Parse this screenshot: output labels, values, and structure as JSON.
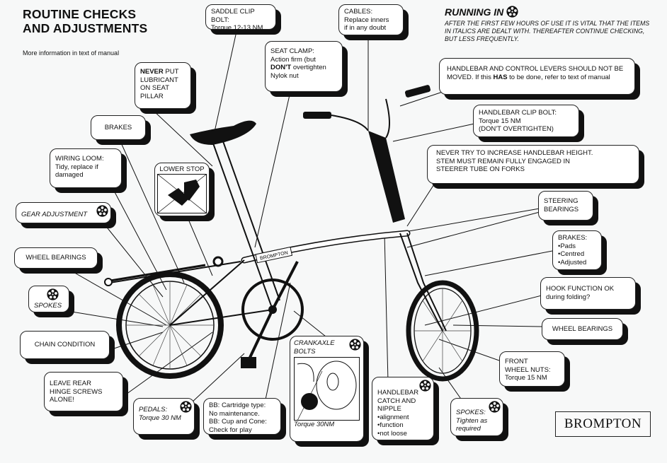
{
  "header": {
    "title_line1": "ROUTINE CHECKS",
    "title_line2": "AND ADJUSTMENTS",
    "subtitle": "More information in text of manual"
  },
  "running_in": {
    "heading": "RUNNING IN",
    "icon": "running-in-star-icon",
    "text": "AFTER THE FIRST FEW HOURS OF USE IT IS VITAL THAT THE ITEMS IN ITALICS ARE DEALT WITH. THEREAFTER CONTINUE CHECKING, BUT LESS FREQUENTLY."
  },
  "callouts": {
    "saddle_clip": {
      "title": "SADDLE CLIP BOLT:",
      "detail": "Torque 12-13 NM"
    },
    "cables": {
      "title": "CABLES:",
      "detail1": "Replace inners",
      "detail2": "if in any doubt"
    },
    "seat_clamp": {
      "title": "SEAT CLAMP:",
      "detail1": "Action firm (but",
      "bold": "DON'T",
      "detail2": "overtighten",
      "detail3": "Nylok nut"
    },
    "never_lubricant": {
      "bold": "NEVER",
      "l1": "PUT",
      "l2": "LUBRICANT",
      "l3": "ON SEAT",
      "l4": "PILLAR"
    },
    "brakes_rear": {
      "title": "BRAKES"
    },
    "wiring_loom": {
      "title": "WIRING LOOM:",
      "detail1": "Tidy, replace if",
      "detail2": "damaged"
    },
    "lower_stop": {
      "title": "LOWER STOP"
    },
    "gear_adjustment": {
      "title": "GEAR ADJUSTMENT"
    },
    "wheel_bearings_rear": {
      "title": "WHEEL BEARINGS"
    },
    "spokes_rear": {
      "title": "SPOKES"
    },
    "chain_condition": {
      "title": "CHAIN CONDITION"
    },
    "rear_hinge": {
      "l1": "LEAVE REAR",
      "l2": "HINGE SCREWS",
      "l3": "ALONE!"
    },
    "pedals": {
      "title": "PEDALS:",
      "detail": "Torque 30 NM"
    },
    "bottom_bracket": {
      "l1": "BB: Cartridge type:",
      "l2": "No maintenance.",
      "l3": "BB: Cup and Cone:",
      "l4": "Check for play"
    },
    "crankaxle": {
      "l1": "CRANKAXLE",
      "l2": "BOLTS",
      "torque": "Torque 30NM"
    },
    "handlebar_catch": {
      "l1": "HANDLEBAR",
      "l2": "CATCH AND",
      "l3": "NIPPLE",
      "b1": "•alignment",
      "b2": "•function",
      "b3": "•not loose"
    },
    "spokes_front": {
      "title": "SPOKES:",
      "d1": "Tighten as",
      "d2": "required"
    },
    "handlebar_levers": {
      "text1": "HANDLEBAR AND CONTROL LEVERS SHOULD NOT BE MOVED. If this",
      "bold": "HAS",
      "text2": "to be done, refer to text of manual"
    },
    "handlebar_clip": {
      "title": "HANDLEBAR CLIP BOLT:",
      "d1": "Torque 15 NM",
      "d2": "(DON'T OVERTIGHTEN)"
    },
    "handlebar_height": {
      "l1": "NEVER TRY TO INCREASE HANDLEBAR HEIGHT.",
      "l2": "STEM MUST REMAIN FULLY ENGAGED IN",
      "l3": "STEERER TUBE ON FORKS"
    },
    "steering_bearings": {
      "l1": "STEERING",
      "l2": "BEARINGS"
    },
    "brakes_front": {
      "title": "BRAKES:",
      "b1": "•Pads",
      "b2": "•Centred",
      "b3": "•Adjusted"
    },
    "hook_function": {
      "l1": "HOOK FUNCTION OK",
      "l2": "during folding?"
    },
    "wheel_bearings_front": {
      "title": "WHEEL BEARINGS"
    },
    "front_wheel_nuts": {
      "l1": "FRONT",
      "l2": "WHEEL NUTS:",
      "l3": "Torque 15 NM"
    }
  },
  "brand": {
    "logo_text": "BROMPTON"
  },
  "frame_label": "BROMPTON",
  "colors": {
    "ink": "#111111",
    "paper": "#f7f8f8",
    "box": "#ffffff"
  }
}
